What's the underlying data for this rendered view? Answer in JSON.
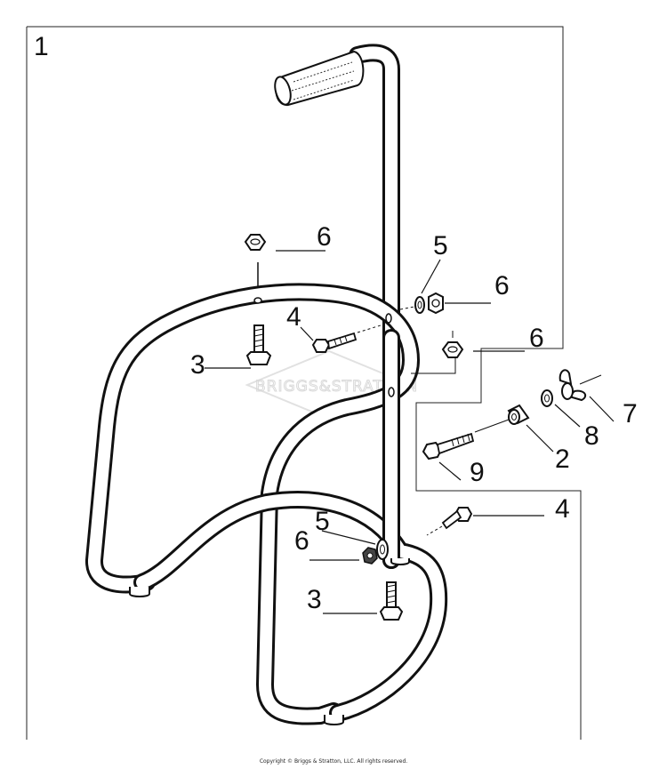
{
  "figure_number": "1",
  "watermark": "BRIGGS&STRATTON",
  "copyright": "Copyright © Briggs & Stratton, LLC. All rights reserved.",
  "callouts": {
    "nut_upper_left": "6",
    "washer_upper_right": "5",
    "nut_upper_right": "6",
    "bolt_upper_mid": "4",
    "bolt_upper_left": "3",
    "nut_mid_right": "6",
    "wing_nut": "7",
    "washer_inset": "8",
    "spacer_inset": "2",
    "bolt_inset": "9",
    "bolt_lower_right": "4",
    "washer_lower": "5",
    "nut_lower": "6",
    "bolt_lower": "3"
  }
}
